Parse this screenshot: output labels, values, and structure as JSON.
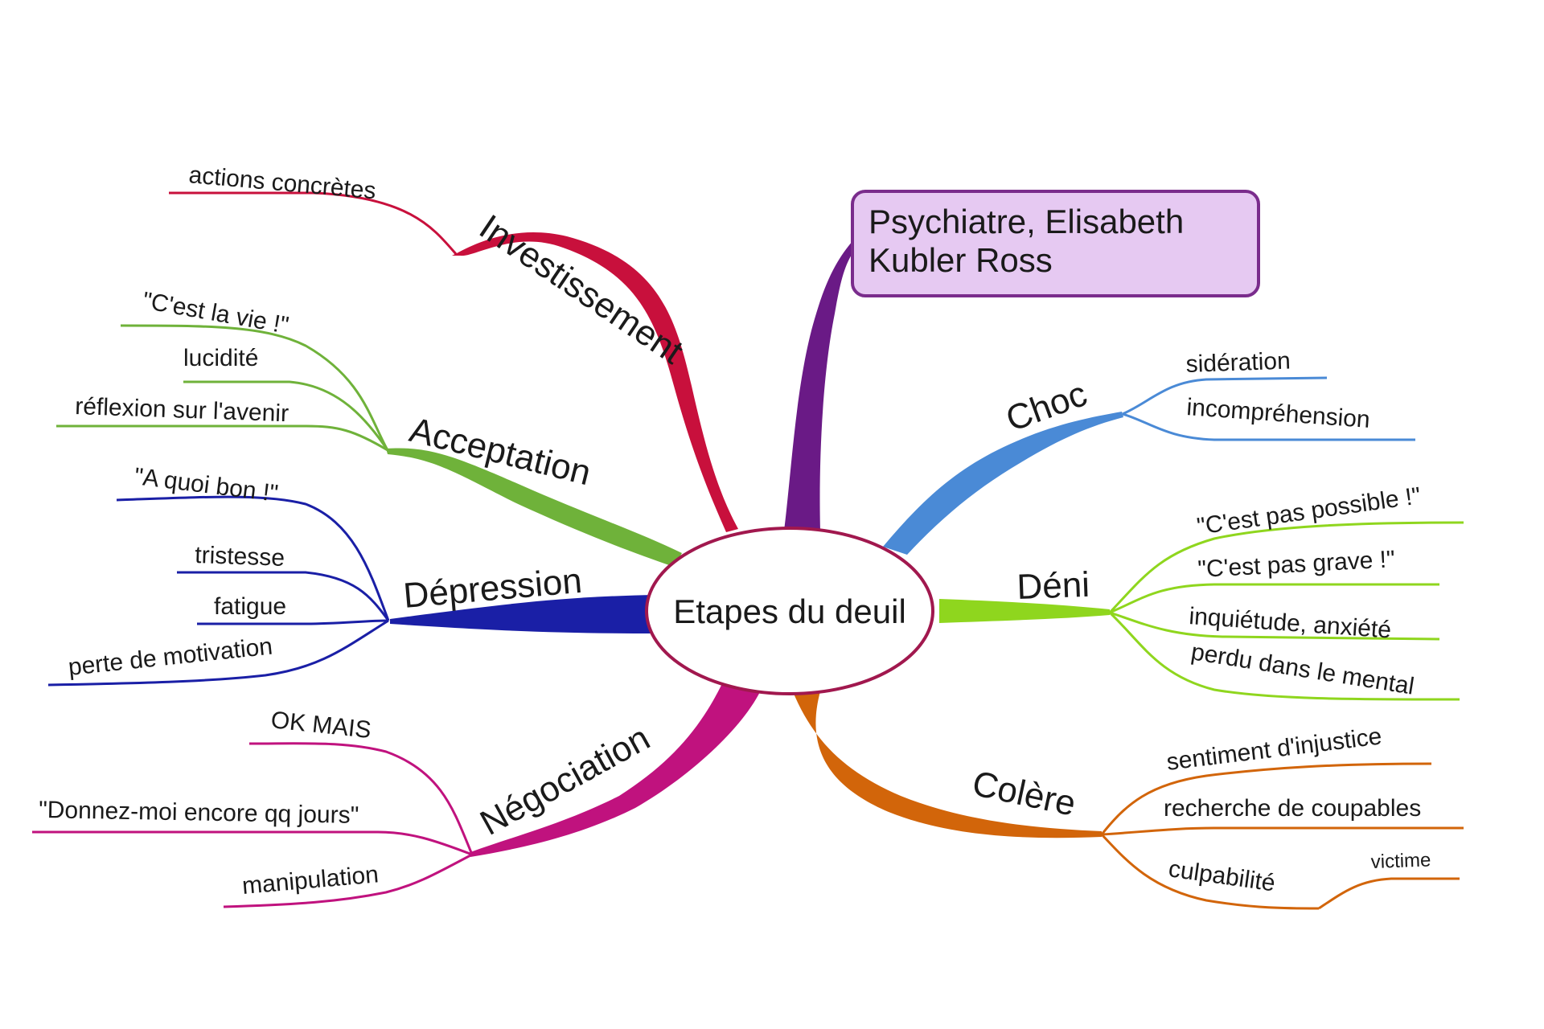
{
  "center": {
    "label": "Etapes du deuil"
  },
  "note": {
    "line1": "Psychiatre, Elisabeth",
    "line2": "Kubler Ross",
    "color": "#e6c9f2",
    "border": "#7a2c8c"
  },
  "branches": {
    "investissement": {
      "label": "Investissement",
      "color": "#c8103c",
      "leaves": [
        "actions concrètes"
      ]
    },
    "acceptation": {
      "label": "Acceptation",
      "color": "#6fb23a",
      "leaves": [
        "\"C'est la vie !\"",
        "lucidité",
        "réflexion sur l'avenir"
      ]
    },
    "depression": {
      "label": "Dépression",
      "color": "#1a1fa6",
      "leaves": [
        "\"A quoi bon !\"",
        "tristesse",
        "fatigue",
        "perte de motivation"
      ]
    },
    "negociation": {
      "label": "Négociation",
      "color": "#c0127e",
      "leaves": [
        "OK MAIS",
        "\"Donnez-moi encore qq jours\"",
        "manipulation"
      ]
    },
    "choc": {
      "label": "Choc",
      "color": "#4a8ad6",
      "leaves": [
        "sidération",
        "incompréhension"
      ]
    },
    "deni": {
      "label": "Déni",
      "color": "#8fd61e",
      "leaves": [
        "\"C'est pas possible !\"",
        "\"C'est pas grave !\"",
        "inquiétude, anxiété",
        "perdu dans le mental"
      ]
    },
    "colere": {
      "label": "Colère",
      "color": "#d2650a",
      "leaves": [
        "sentiment d'injustice",
        "recherche de coupables",
        "culpabilité"
      ],
      "subleaf": "victime"
    },
    "note_link": {
      "color": "#6a1a86"
    }
  }
}
